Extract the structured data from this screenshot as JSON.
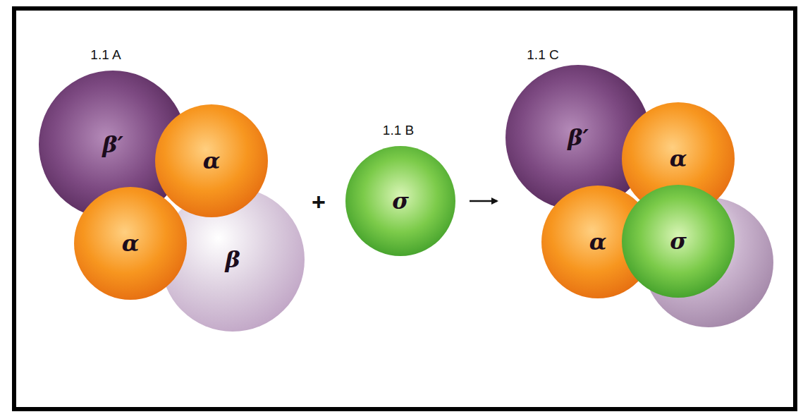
{
  "diagram": {
    "nodes": [
      {
        "text": [
          "β′"
        ]
      },
      {
        "text": [
          "α"
        ]
      },
      {
        "text": [
          "α"
        ]
      },
      {
        "text": [
          "β"
        ]
      },
      {
        "text": [
          "σ"
        ]
      },
      {
        "text": [
          "β′"
        ]
      },
      {
        "text": [
          "α"
        ]
      },
      {
        "text": [
          "α"
        ]
      },
      {
        "text": [
          "σ"
        ]
      }
    ],
    "edges": [
      {
        "from": 4,
        "to": 5,
        "arrow": "to"
      }
    ],
    "labels": [
      "1.1 A",
      "+",
      "1.1 B",
      "1.1 C"
    ]
  }
}
